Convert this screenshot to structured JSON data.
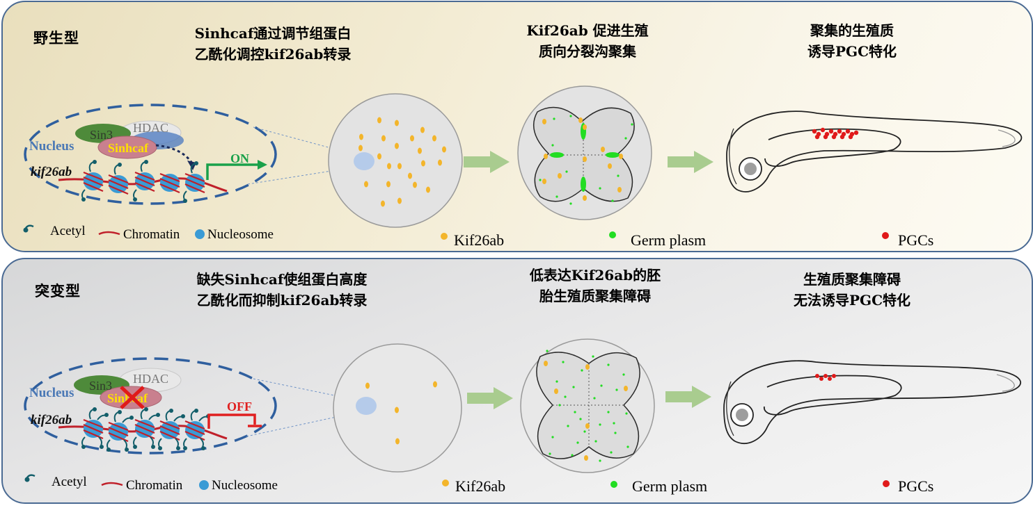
{
  "wild_type": {
    "label": "野生型",
    "step1_caption_line1": "Sinhcaf通过调节组蛋白",
    "step1_caption_line2": "乙酰化调控kif26ab转录",
    "step2_caption_line1": "Kif26ab 促进生殖",
    "step2_caption_line2": "质向分裂沟聚集",
    "step3_caption_line1": "聚集的生殖质",
    "step3_caption_line2": "诱导PGC特化",
    "nucleus_label": "Nucleus",
    "gene_label": "kif26ab",
    "sin3_label": "Sin3",
    "hdac_label": "HDAC",
    "sinhcaf_label": "Sinhcaf",
    "switch_label": "ON",
    "legend_acetyl": "Acetyl",
    "legend_chromatin": "Chromatin",
    "legend_nucleosome": "Nucleosome",
    "legend_kif26ab": "Kif26ab",
    "legend_germ_plasm": "Germ plasm",
    "legend_pgcs": "PGCs"
  },
  "mutant": {
    "label": "突变型",
    "step1_caption_line1": "缺失Sinhcaf使组蛋白高度",
    "step1_caption_line2": "乙酰化而抑制kif26ab转录",
    "step2_caption_line1": "低表达Kif26ab的胚",
    "step2_caption_line2": "胎生殖质聚集障碍",
    "step3_caption_line1": "生殖质聚集障碍",
    "step3_caption_line2": "无法诱导PGC特化",
    "nucleus_label": "Nucleus",
    "gene_label": "kif26ab",
    "sin3_label": "Sin3",
    "hdac_label": "HDAC",
    "sinhcaf_label": "Sinhcaf",
    "switch_label": "OFF",
    "legend_acetyl": "Acetyl",
    "legend_chromatin": "Chromatin",
    "legend_nucleosome": "Nucleosome",
    "legend_kif26ab": "Kif26ab",
    "legend_germ_plasm": "Germ plasm",
    "legend_pgcs": "PGCs"
  },
  "colors": {
    "border": "#4a6a93",
    "nucleus_dash": "#2f5f9e",
    "nucleus_text": "#4a78b5",
    "kif26ab_dot": "#f3b52b",
    "germ_plasm": "#22dd22",
    "pgc": "#e01a1a",
    "arrow": "#a9cc8f",
    "on_switch": "#1aa14a",
    "off_switch": "#e02020",
    "sinhcaf_text": "#ffe000",
    "chromatin": "#c0202a",
    "nucleosome": "#3a9bd5"
  }
}
